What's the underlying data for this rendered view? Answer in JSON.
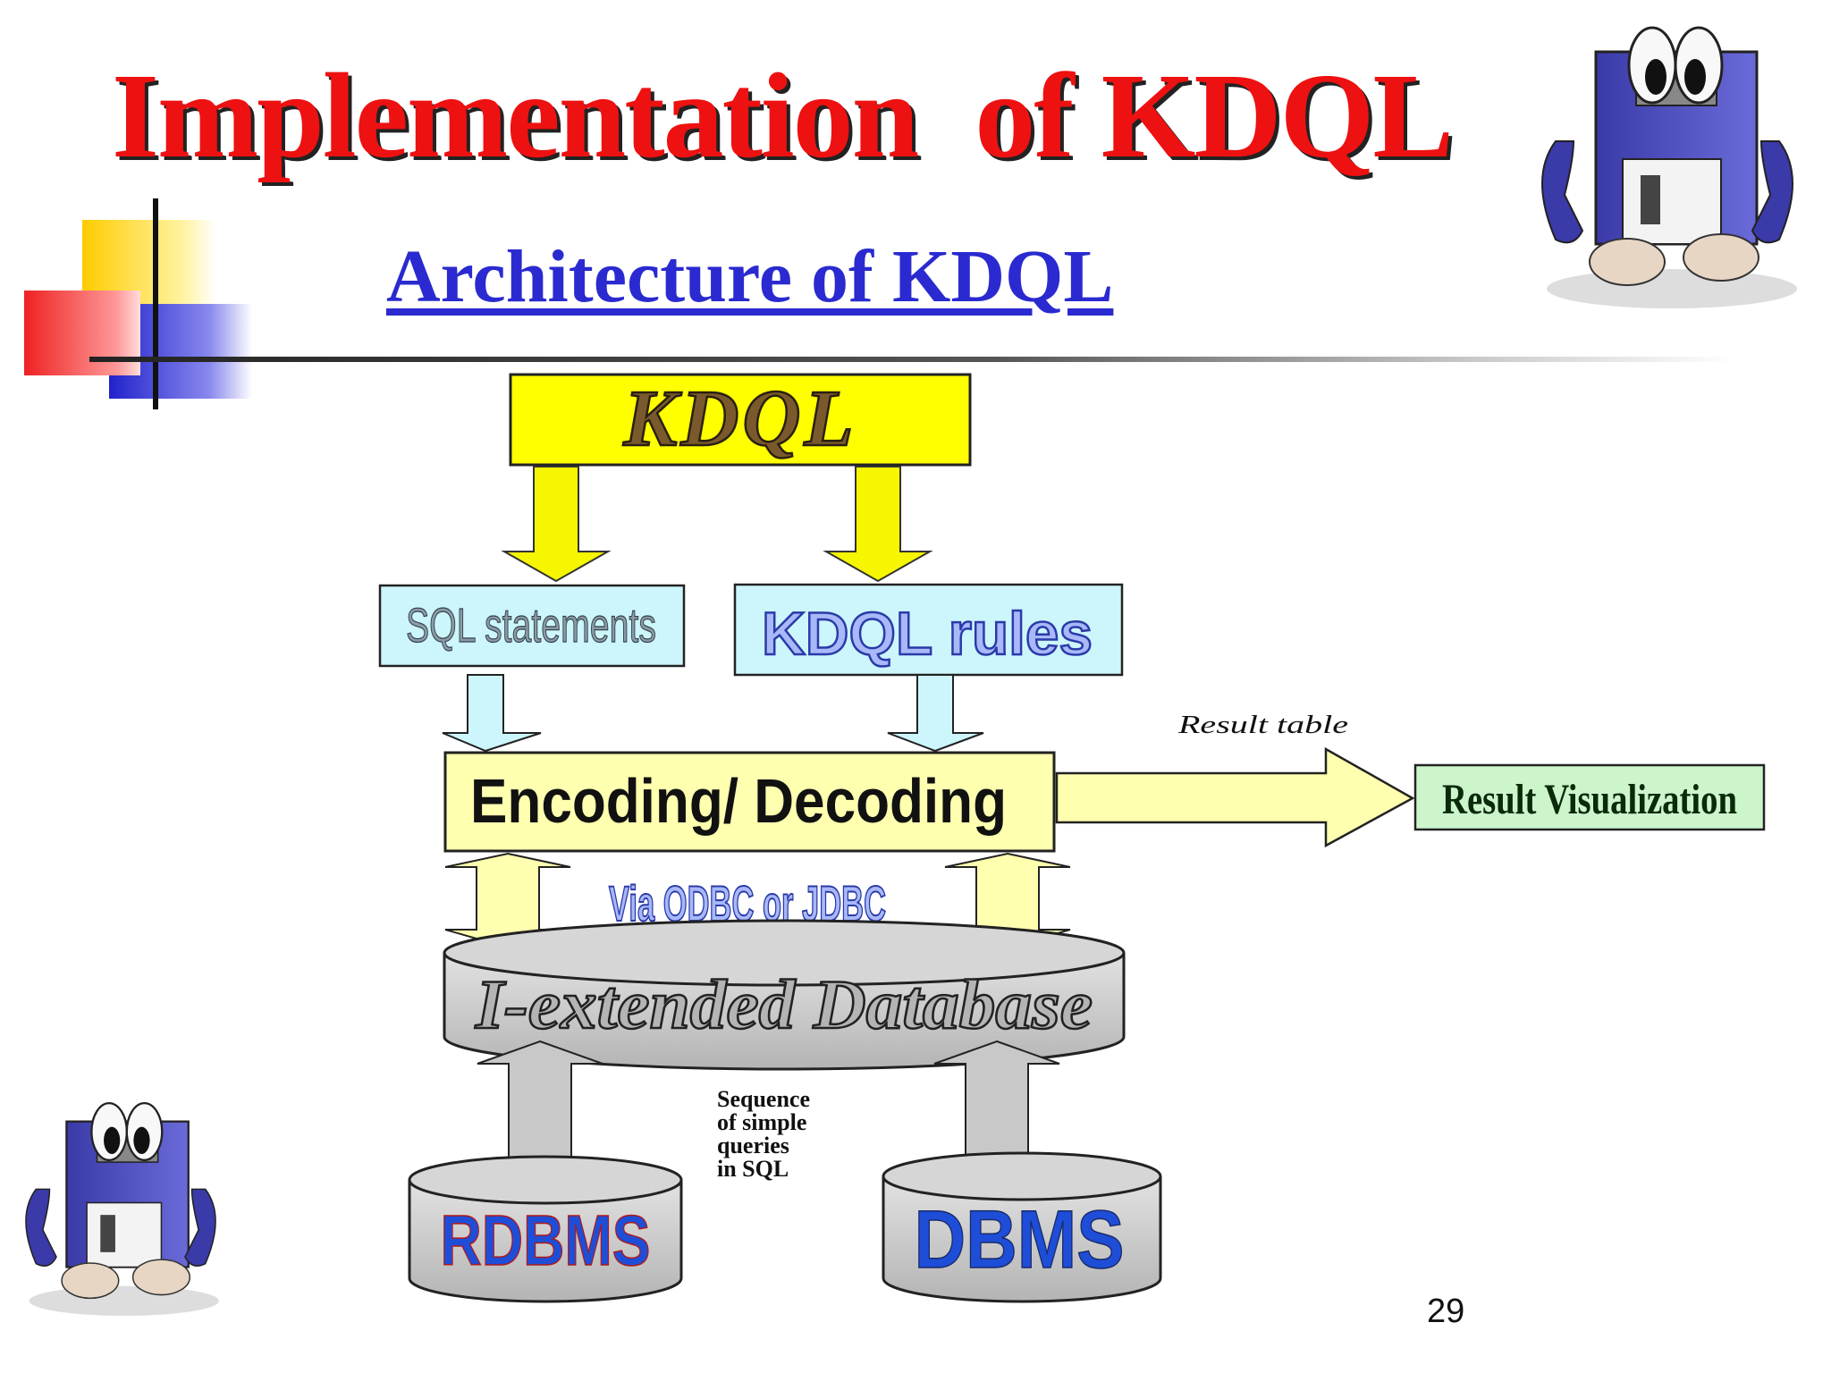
{
  "slide": {
    "title": "Implementation  of KDQL",
    "subtitle": "Architecture of KDQL",
    "page_number": "29"
  },
  "diagram": {
    "kdql_box": "KDQL",
    "sql_statements": "SQL statements",
    "kdql_rules": "KDQL rules",
    "encoding_decoding": "Encoding/ Decoding",
    "result_table": "Result table",
    "result_visualization": "Result Visualization",
    "via_odbc": "Via ODBC or JDBC",
    "i_extended_database": "I-extended Database",
    "sequence_line1": "Sequence",
    "sequence_line2": "of simple",
    "sequence_line3": "queries",
    "sequence_line4": "in SQL",
    "rdbms": "RDBMS",
    "dbms": "DBMS"
  },
  "colors": {
    "title": "#ee1111",
    "subtitle": "#2a2ad0",
    "kdql_box_fill": "#ffff00",
    "light_cyan": "#ccf6fb",
    "light_yellow": "#ffffb0",
    "arrow_yellow": "#f6f600",
    "db_gray": "#c8c8c8",
    "result_green": "#ccf5cc",
    "db_blue": "#1e4ed8"
  },
  "icons": [
    "floppy-disk-character-icon",
    "corner-squares-decoration"
  ]
}
